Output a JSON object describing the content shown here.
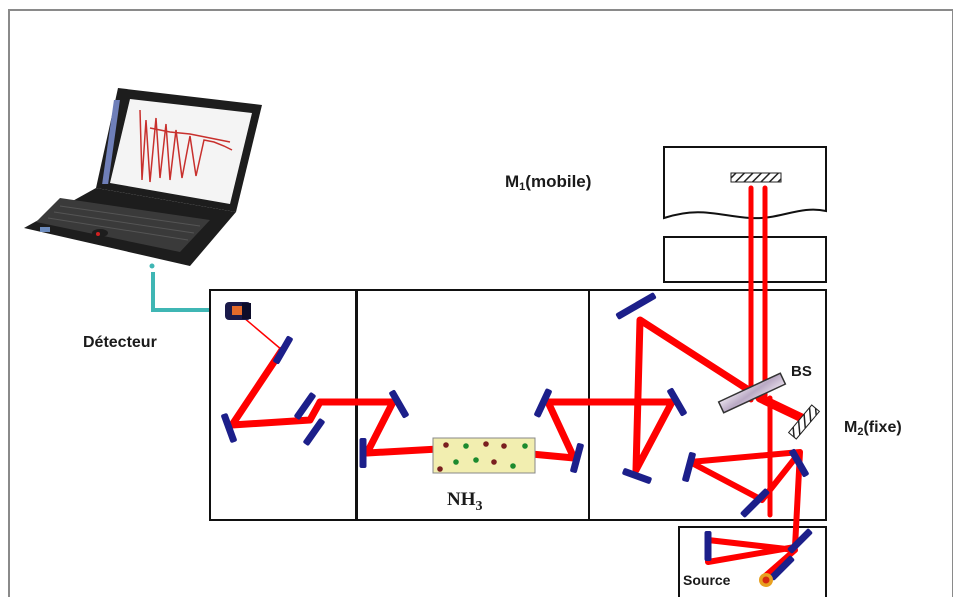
{
  "labels": {
    "m1_main": "M",
    "m1_sub": "1",
    "m1_rest": "(mobile)",
    "detector": "Détecteur",
    "beamsplitter": "BS",
    "m2_main": "M",
    "m2_sub": "2",
    "m2_rest": "(fixe)",
    "sample_main": "NH",
    "sample_sub": "3",
    "source": "Source"
  },
  "colors": {
    "beam": "#ff0000",
    "mirror": "#1c1f8a",
    "box_outline": "#111111",
    "cable": "#3fb6b4",
    "sample_cell": "#f2eeb0",
    "laptop_body": "#1d1d1d",
    "screen_plot": "#c8302d"
  },
  "icons": [
    "laptop-icon",
    "detector-icon",
    "source-lamp-icon"
  ]
}
